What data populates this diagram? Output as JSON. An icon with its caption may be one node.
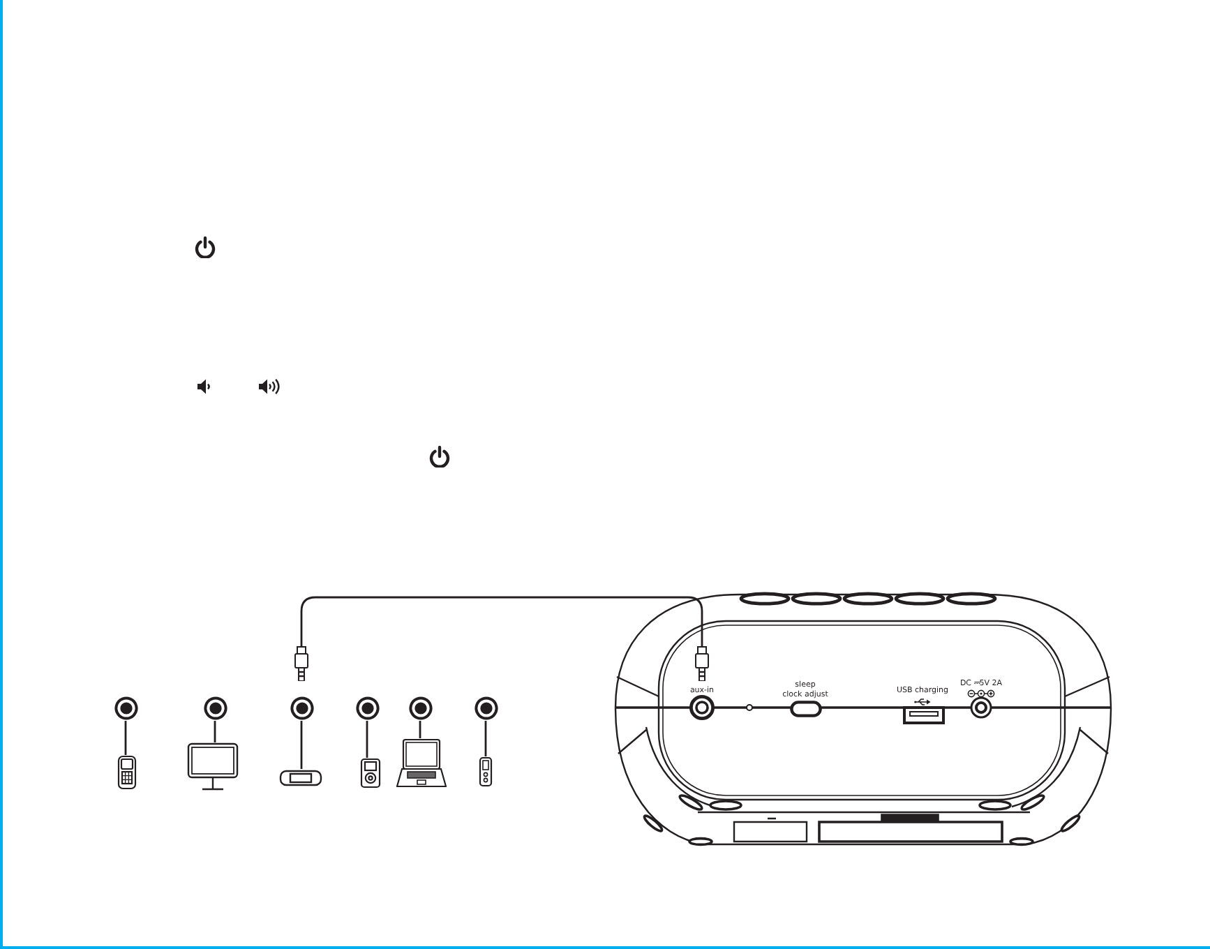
{
  "diagram": {
    "nodes": [
      {
        "text": [],
        "shape": "circle"
      },
      {
        "text": [],
        "shape": "circle"
      },
      {
        "text": [],
        "shape": "circle"
      },
      {
        "text": [],
        "shape": "circle"
      },
      {
        "text": [],
        "shape": "circle"
      },
      {
        "text": [],
        "shape": "circle"
      },
      {
        "text": [],
        "shape": "picture"
      },
      {
        "text": [],
        "shape": "picture"
      },
      {
        "text": [],
        "shape": "picture"
      },
      {
        "text": [],
        "shape": "picture"
      },
      {
        "text": [],
        "shape": "picture"
      },
      {
        "text": [],
        "shape": "picture"
      },
      {
        "text": [
          "aux-in"
        ]
      },
      {
        "text": [
          "sleep clock adjust"
        ]
      },
      {
        "text": [
          "USB charging"
        ]
      },
      {
        "text": [
          "DC ⎓5V 2A"
        ]
      }
    ],
    "edges": [
      {
        "from": 0,
        "to": 6,
        "arrow": "none"
      },
      {
        "from": 1,
        "to": 7,
        "arrow": "none"
      },
      {
        "from": 2,
        "to": 8,
        "arrow": "none"
      },
      {
        "from": 3,
        "to": 9,
        "arrow": "none"
      },
      {
        "from": 4,
        "to": 10,
        "arrow": "none"
      },
      {
        "from": 5,
        "to": 11,
        "arrow": "none"
      },
      {
        "from": 2,
        "to": 12,
        "arrow": "other"
      }
    ]
  }
}
